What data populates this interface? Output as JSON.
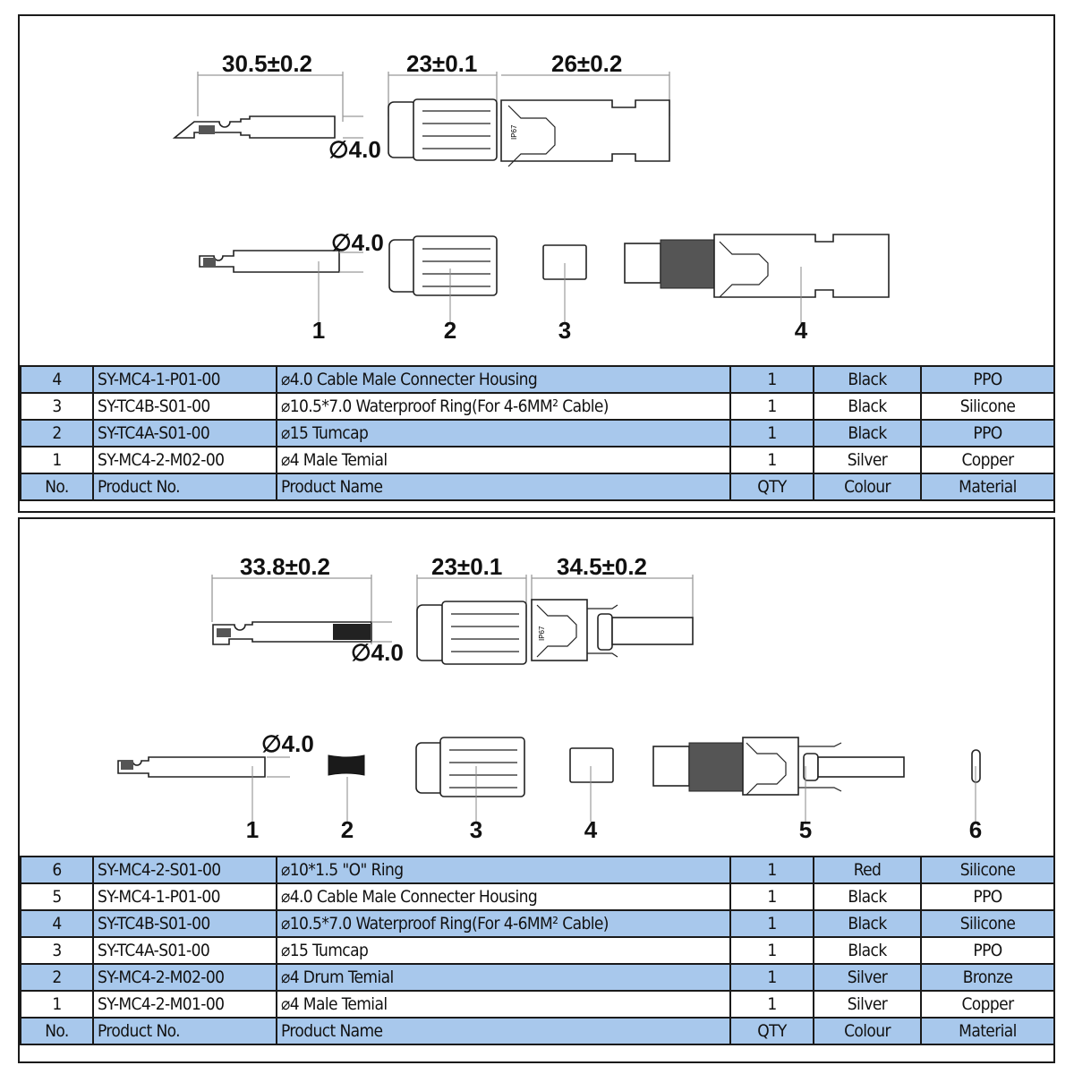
{
  "colors": {
    "table_row_shade": "#a8c8ec",
    "table_row_plain": "#ffffff",
    "border": "#1a1a1a",
    "dimension_line": "#999999"
  },
  "top_assembly": {
    "dimensions": {
      "terminal_length": "30.5±0.2",
      "nut_length": "23±0.1",
      "housing_length": "26±0.2",
      "terminal_diameter": "∅4.0",
      "exploded_terminal_diameter": "∅4.0"
    },
    "callouts": [
      "1",
      "2",
      "3",
      "4"
    ],
    "housing_marking": "IP67",
    "table": {
      "header": {
        "no": "No.",
        "product_no": "Product No.",
        "product_name": "Product Name",
        "qty": "QTY",
        "colour": "Colour",
        "material": "Material"
      },
      "rows": [
        {
          "no": "4",
          "product_no": "SY-MC4-1-P01-00",
          "product_name": "⌀4.0 Cable Male Connecter Housing",
          "qty": "1",
          "colour": "Black",
          "material": "PPO"
        },
        {
          "no": "3",
          "product_no": "SY-TC4B-S01-00",
          "product_name": "⌀10.5*7.0 Waterproof Ring(For 4-6MM² Cable)",
          "qty": "1",
          "colour": "Black",
          "material": "Silicone"
        },
        {
          "no": "2",
          "product_no": "SY-TC4A-S01-00",
          "product_name": "⌀15 Tumcap",
          "qty": "1",
          "colour": "Black",
          "material": "PPO"
        },
        {
          "no": "1",
          "product_no": "SY-MC4-2-M02-00",
          "product_name": "⌀4 Male Temial",
          "qty": "1",
          "colour": "Silver",
          "material": "Copper"
        }
      ]
    }
  },
  "bottom_assembly": {
    "dimensions": {
      "terminal_length": "33.8±0.2",
      "nut_length": "23±0.1",
      "housing_length": "34.5±0.2",
      "terminal_diameter": "∅4.0",
      "exploded_terminal_diameter": "∅4.0"
    },
    "callouts": [
      "1",
      "2",
      "3",
      "4",
      "5",
      "6"
    ],
    "housing_marking": "IP67",
    "table": {
      "header": {
        "no": "No.",
        "product_no": "Product No.",
        "product_name": "Product Name",
        "qty": "QTY",
        "colour": "Colour",
        "material": "Material"
      },
      "rows": [
        {
          "no": "6",
          "product_no": "SY-MC4-2-S01-00",
          "product_name": "⌀10*1.5 \"O\" Ring",
          "qty": "1",
          "colour": "Red",
          "material": "Silicone"
        },
        {
          "no": "5",
          "product_no": "SY-MC4-1-P01-00",
          "product_name": "⌀4.0 Cable Male Connecter Housing",
          "qty": "1",
          "colour": "Black",
          "material": "PPO"
        },
        {
          "no": "4",
          "product_no": "SY-TC4B-S01-00",
          "product_name": "⌀10.5*7.0 Waterproof Ring(For 4-6MM² Cable)",
          "qty": "1",
          "colour": "Black",
          "material": "Silicone"
        },
        {
          "no": "3",
          "product_no": "SY-TC4A-S01-00",
          "product_name": "⌀15 Tumcap",
          "qty": "1",
          "colour": "Black",
          "material": "PPO"
        },
        {
          "no": "2",
          "product_no": "SY-MC4-2-M02-00",
          "product_name": "⌀4 Drum Temial",
          "qty": "1",
          "colour": "Silver",
          "material": "Bronze"
        },
        {
          "no": "1",
          "product_no": "SY-MC4-2-M01-00",
          "product_name": "⌀4 Male Temial",
          "qty": "1",
          "colour": "Silver",
          "material": "Copper"
        }
      ]
    }
  }
}
